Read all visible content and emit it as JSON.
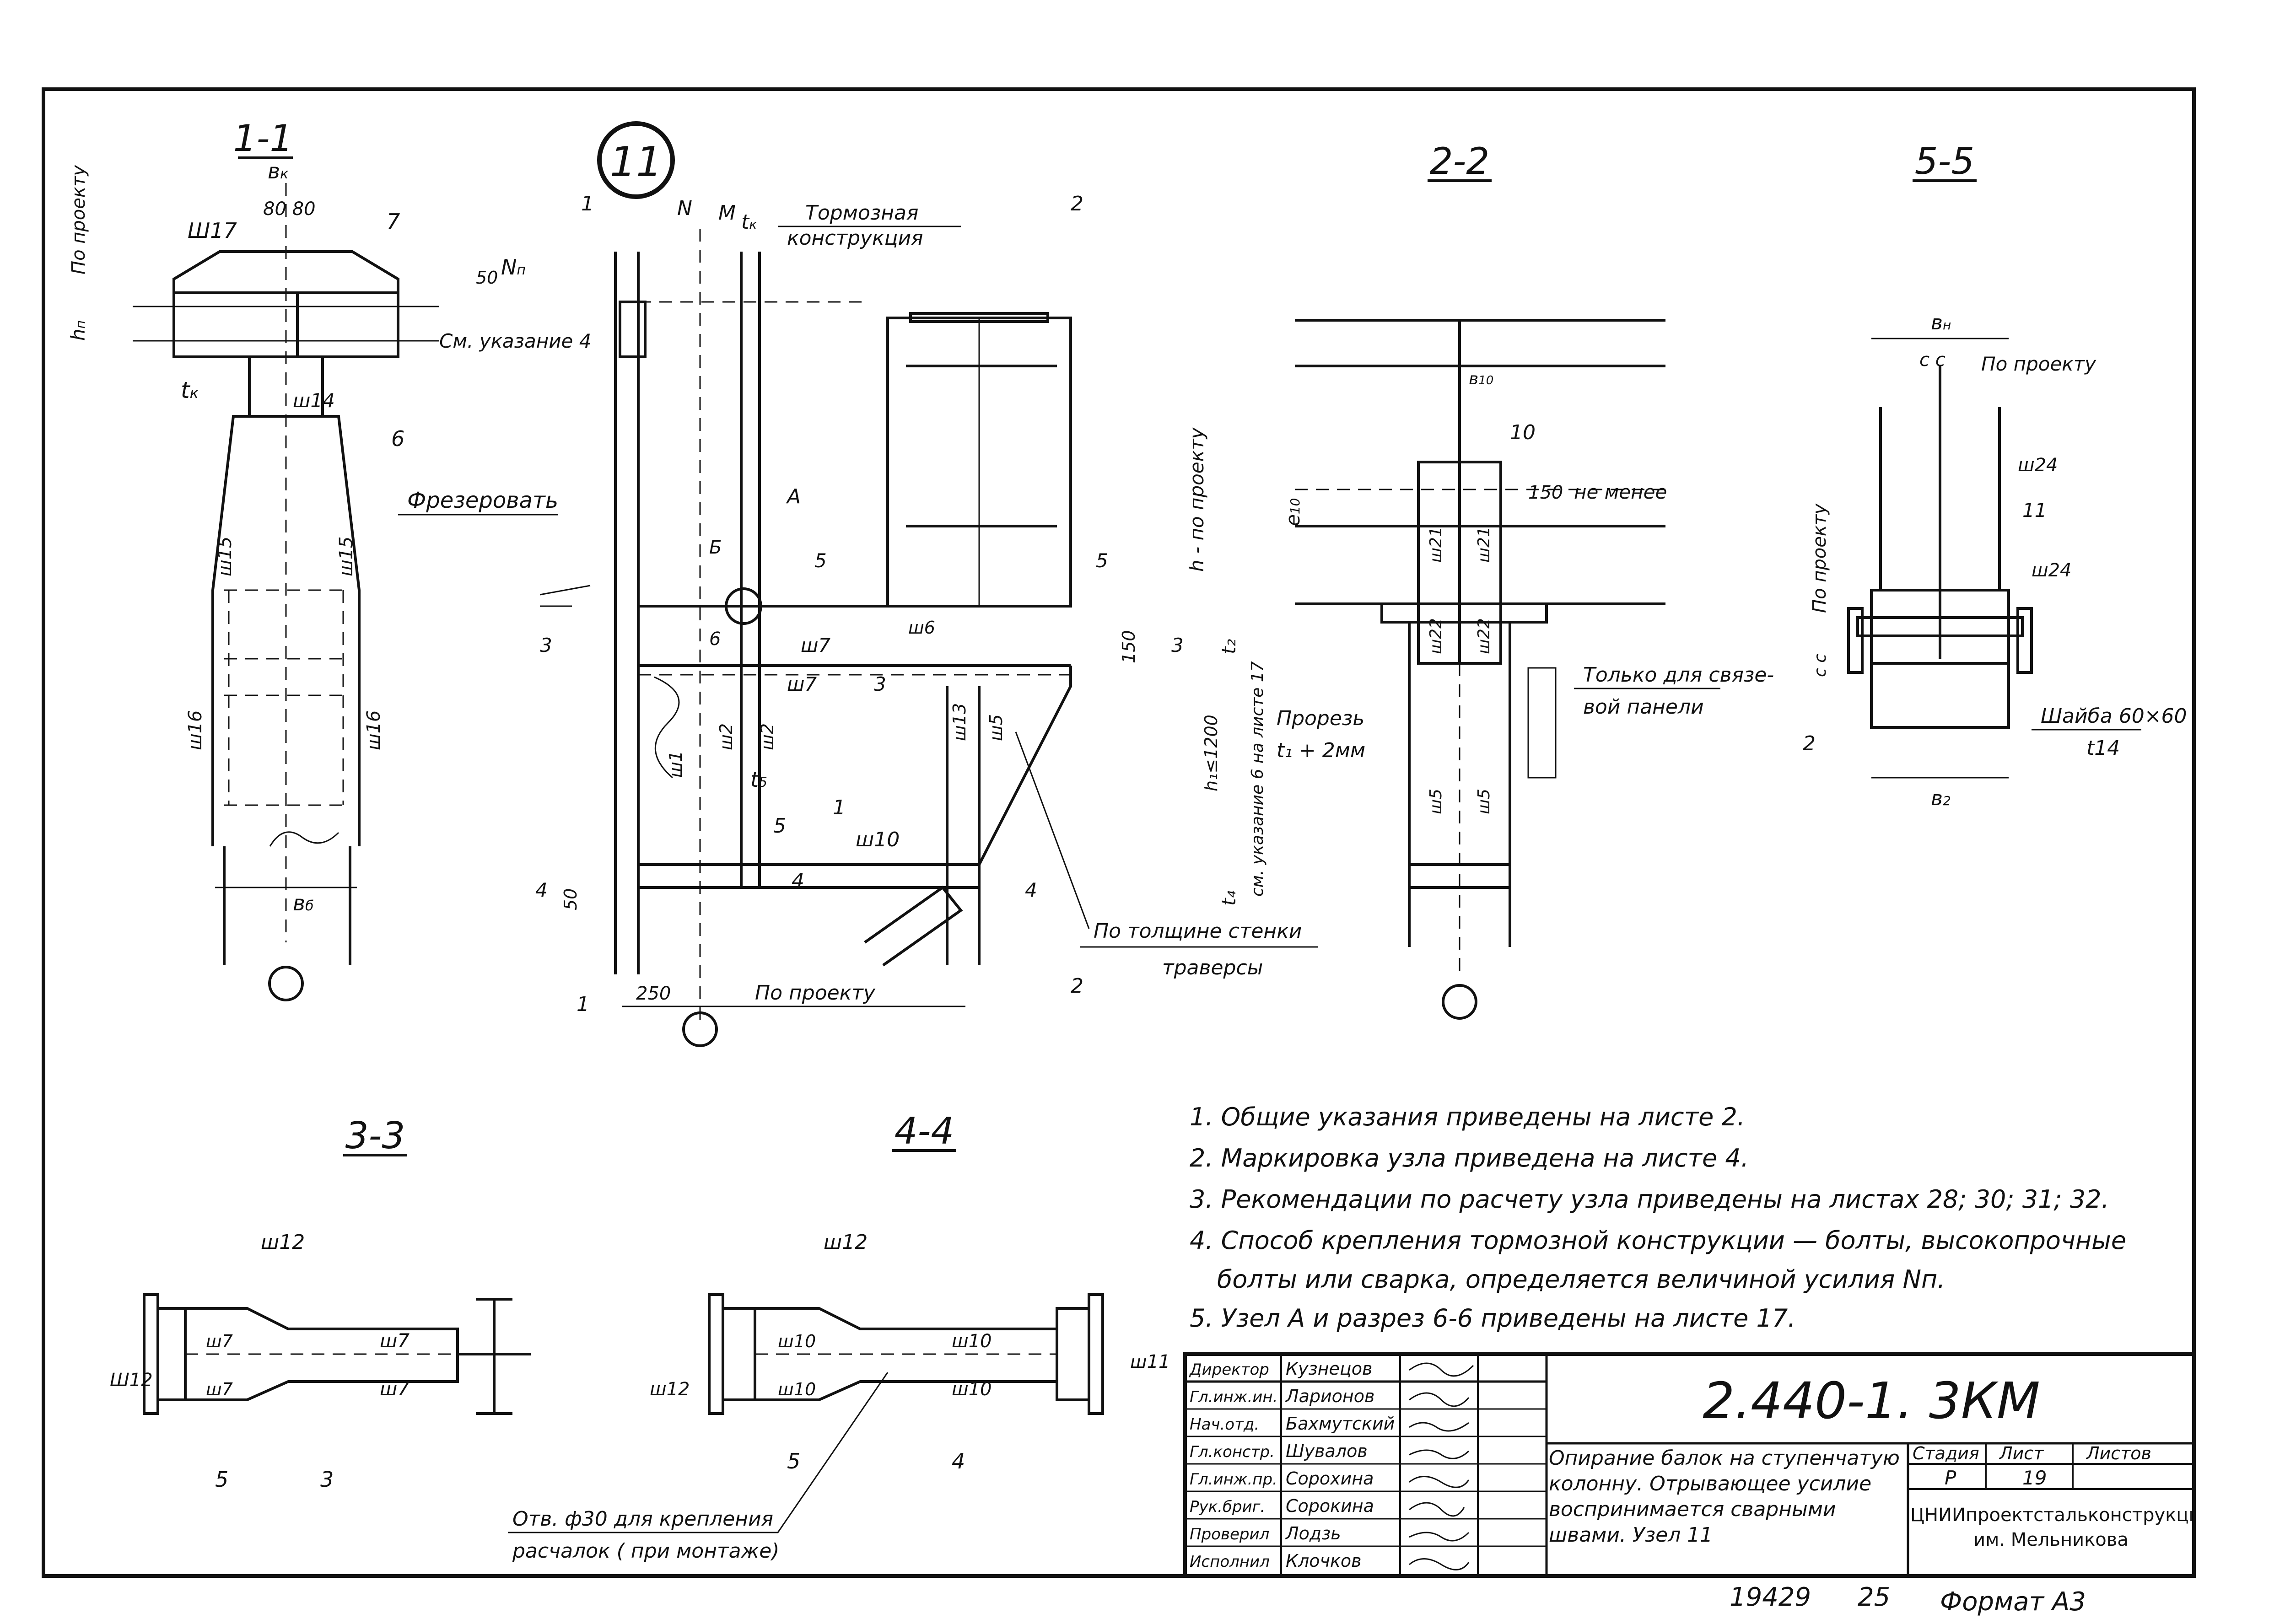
{
  "node_id": "11",
  "sections": {
    "s1": "1-1",
    "s2": "2-2",
    "s3": "3-3",
    "s4": "4-4",
    "s5": "5-5"
  },
  "labels": {
    "tormoznaya": "Тормозная конструкция",
    "po_proektu": "По проекту",
    "sm_ukazanie4": "См. указание 4",
    "frezerovat": "Фрезеровать",
    "h_po_proektu": "h - по проекту",
    "h1": "h₁≤1200",
    "sm_ukaz6": "см. указание 6 на листе 17",
    "prorez": "Прорезь",
    "prorez2": "t₁ + 2мм",
    "ne_menee": "не менее",
    "tolko": "Только для связе-вой панели",
    "po_tolshchine": "По толщине стенки траверсы",
    "shaiba": "Шайба 60×60",
    "shaiba_t": "t14",
    "otv": "Отв. ф30 для крепления расчалок (при монтаже)",
    "nodeA": "А",
    "B": "Б"
  },
  "notes": [
    "1. Общие указания приведены на листе 2.",
    "2. Маркировка узла приведена на листе 4.",
    "3. Рекомендации по расчету узла приведены на листах 28; 30; 31; 32.",
    "4. Способ крепления тормозной конструкции — болты, высокопрочные",
    "болты или сварка, определяется величиной усилия Nп.",
    "5. Узел А и разрез 6-6 приведены на листе 17."
  ],
  "title_block": {
    "code": "2.440-1. 3КМ",
    "title": "Опирание балок на ступенчатую колонну. Отрывающее усилие воспринимается сварными швами. Узел 11",
    "stage_label": "Стадия",
    "sheet_label": "Лист",
    "sheets_label": "Листов",
    "stage": "Р",
    "sheet": "19",
    "org": "ЦНИИпроектстальконструкция им. Мельникова",
    "roles": [
      {
        "role": "Директор",
        "name": "Кузнецов"
      },
      {
        "role": "Гл.инж.ин.",
        "name": "Ларионов"
      },
      {
        "role": "Нач.отд.",
        "name": "Бахмутский"
      },
      {
        "role": "Гл.констр.",
        "name": "Шувалов"
      },
      {
        "role": "Гл.инж.пр.",
        "name": "Сорохина"
      },
      {
        "role": "Рук.бриг.",
        "name": "Сорокина"
      },
      {
        "role": "Проверил",
        "name": "Лодзь"
      },
      {
        "role": "Исполнил",
        "name": "Клочков"
      }
    ]
  },
  "footer": {
    "inv": "19429",
    "num": "25",
    "format": "Формат А3"
  }
}
